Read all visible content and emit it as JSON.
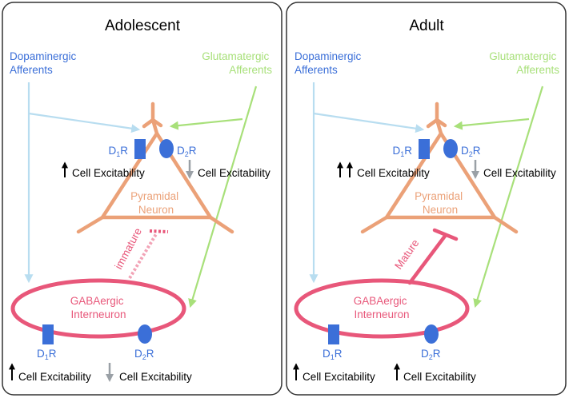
{
  "colors": {
    "dopamine": "#3b6fd8",
    "dopamine_line": "#b8ddf0",
    "glutamate": "#a8e07a",
    "pyramidal": "#eba178",
    "gaba": "#e8577a",
    "gray_arrow": "#9aa0a6",
    "black": "#000000"
  },
  "panels": [
    {
      "title": "Adolescent",
      "dopaminergic": [
        "Dopaminergic",
        "Afferents"
      ],
      "glutamatergic": [
        "Glutamatergic",
        "Afferents"
      ],
      "pyramidal": [
        "Pyramidal",
        "Neuron"
      ],
      "gabaergic": [
        "GABAergic",
        "Interneuron"
      ],
      "d1r": {
        "letter": "D",
        "sub": "1",
        "suffix": "R"
      },
      "d2r": {
        "letter": "D",
        "sub": "2",
        "suffix": "R"
      },
      "pyr_d1_effect": "Cell Excitability",
      "pyr_d2_effect": "Cell Excitability",
      "gaba_d1_effect": "Cell Excitability",
      "gaba_d2_effect": "Cell Excitability",
      "connection": "immature"
    },
    {
      "title": "Adult",
      "dopaminergic": [
        "Dopaminergic",
        "Afferents"
      ],
      "glutamatergic": [
        "Glutamatergic",
        "Afferents"
      ],
      "pyramidal": [
        "Pyramidal",
        "Neuron"
      ],
      "gabaergic": [
        "GABAergic",
        "Interneuron"
      ],
      "d1r": {
        "letter": "D",
        "sub": "1",
        "suffix": "R"
      },
      "d2r": {
        "letter": "D",
        "sub": "2",
        "suffix": "R"
      },
      "pyr_d1_effect": "Cell Excitability",
      "pyr_d2_effect": "Cell Excitability",
      "gaba_d1_effect": "Cell Excitability",
      "gaba_d2_effect": "Cell Excitability",
      "connection": "Mature"
    }
  ]
}
